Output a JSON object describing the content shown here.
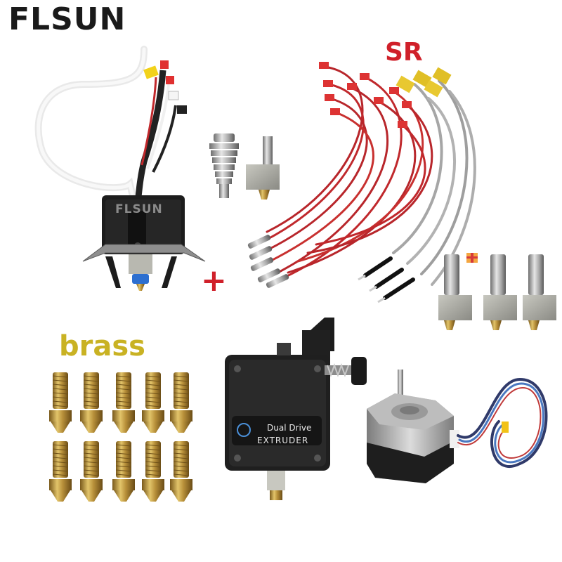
{
  "logo": {
    "text": "FLSUN"
  },
  "labels": {
    "sr": "SR",
    "brass": "brass",
    "plus": "+",
    "hotend_brand": "FLSUN",
    "extruder_line1": "Dual Drive",
    "extruder_line2": "EXTRUDER"
  },
  "colors": {
    "background": "#ffffff",
    "logo": "#1a1a1a",
    "sr_text": "#d0202a",
    "plus_sign": "#d0202a",
    "brass_text": "#c9b223",
    "wire_red": "#c0282c",
    "brass_metal": "#b8903a",
    "extruder_body": "#1f1f1f",
    "heater_block": "#a8a8a0"
  }
}
